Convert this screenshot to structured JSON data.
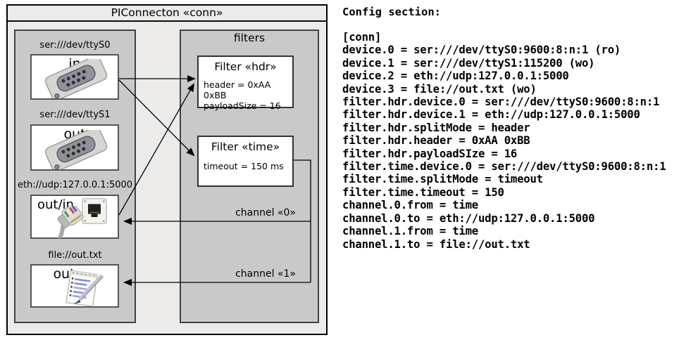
{
  "diagram": {
    "title": "PIConnecton «conn»",
    "filters_panel_title": "filters",
    "devices": [
      {
        "label": "ser:///dev/ttyS0",
        "mode": "in",
        "icon": "serial-connector-icon"
      },
      {
        "label": "ser:///dev/ttyS1",
        "mode": "out",
        "icon": "serial-connector-icon"
      },
      {
        "label": "eth://udp:127.0.0.1:5000",
        "mode": "out/in",
        "icon": "ethernet-icon"
      },
      {
        "label": "file://out.txt",
        "mode": "out",
        "icon": "notepad-icon"
      }
    ],
    "filters": [
      {
        "title": "Filter «hdr»",
        "properties": [
          "header = 0xAA 0xBB",
          "payloadSize = 16"
        ]
      },
      {
        "title": "Filter «time»",
        "properties": [
          "timeout = 150 ms"
        ]
      }
    ],
    "channels": [
      {
        "label": "channel «0»"
      },
      {
        "label": "channel «1»"
      }
    ]
  },
  "config": {
    "heading": "Config section:",
    "lines": [
      "[conn]",
      "device.0 = ser:///dev/ttyS0:9600:8:n:1 (ro)",
      "device.1 = ser:///dev/ttyS1:115200 (wo)",
      "device.2 = eth://udp:127.0.0.1:5000",
      "device.3 = file://out.txt (wo)",
      "filter.hdr.device.0 = ser:///dev/ttyS0:9600:8:n:1",
      "filter.hdr.device.1 = eth://udp:127.0.0.1:5000",
      "filter.hdr.splitMode = header",
      "filter.hdr.header = 0xAA 0xBB",
      "filter.hdr.payloadSIze = 16",
      "filter.time.device.0 = ser:///dev/ttyS0:9600:8:n:1",
      "filter.time.splitMode = timeout",
      "filter.time.timeout = 150",
      "channel.0.from = time",
      "channel.0.to = eth://udp:127.0.0.1:5000",
      "channel.1.from = time",
      "channel.1.to = file://out.txt"
    ]
  }
}
